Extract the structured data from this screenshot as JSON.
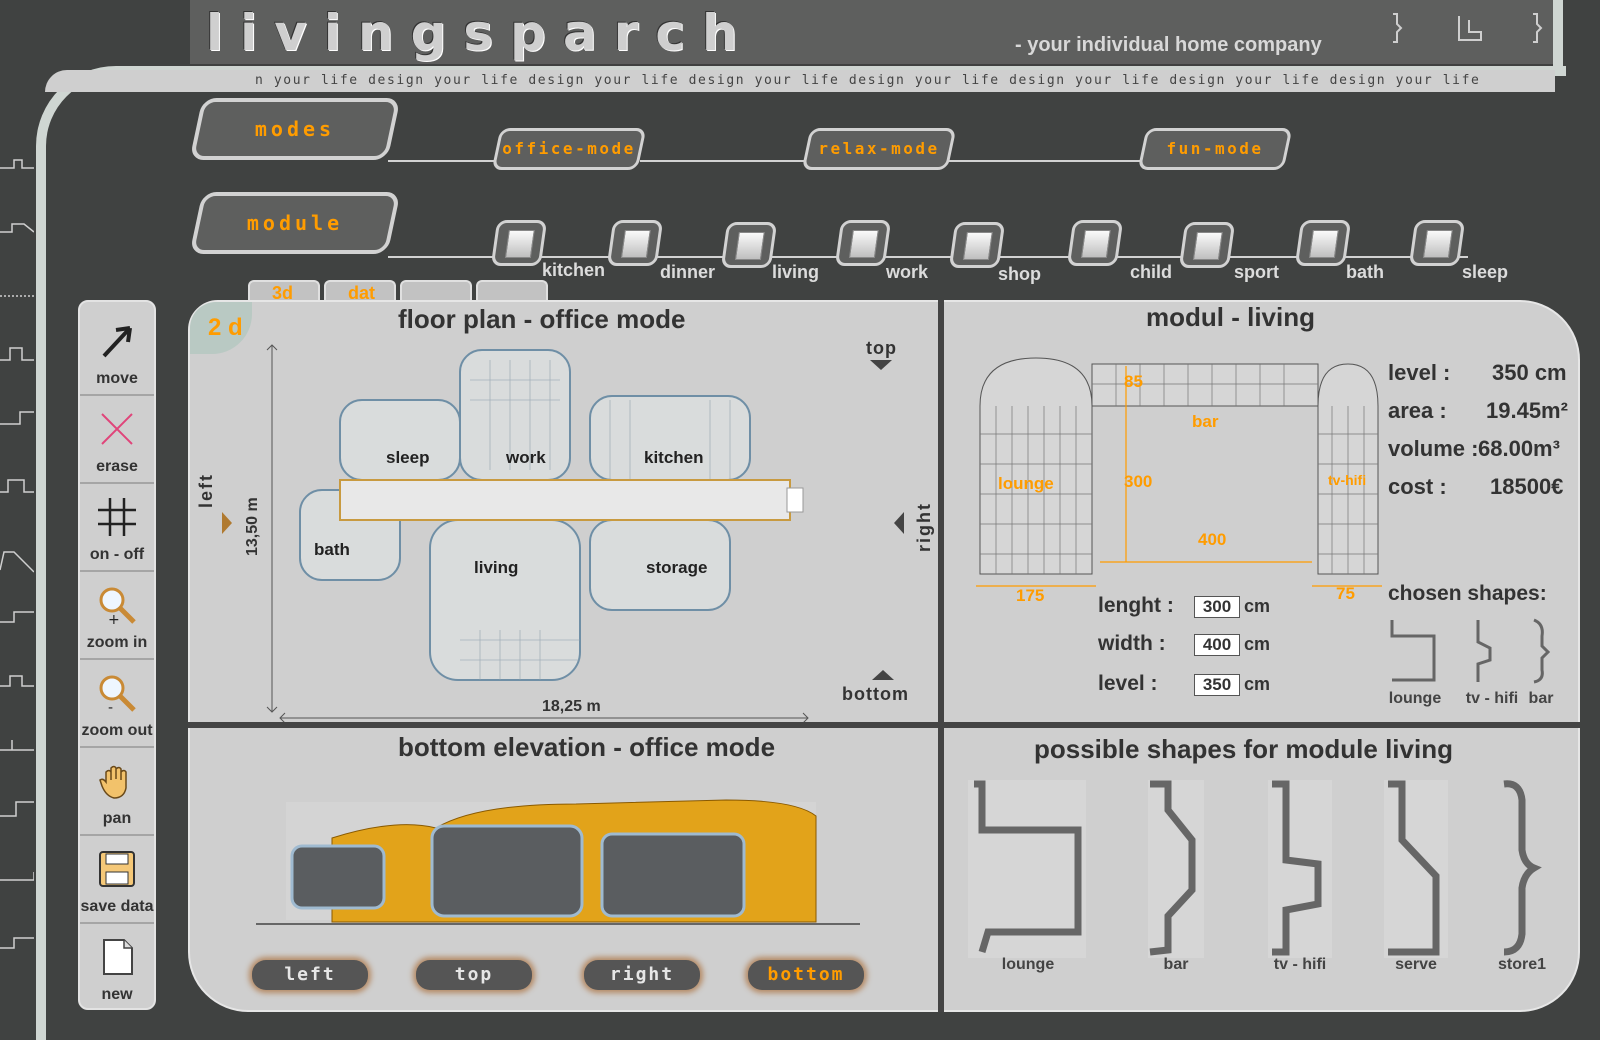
{
  "header": {
    "logo": "livingsparch",
    "tagline": "- your individual home company",
    "marquee": "n your life    design your life    design your life    design your life    design your life    design your life    design your life    design your life"
  },
  "modes": {
    "title": "modes",
    "items": [
      "office-mode",
      "relax-mode",
      "fun-mode"
    ]
  },
  "module": {
    "title": "module",
    "items": [
      "kitchen",
      "dinner",
      "living",
      "work",
      "shop",
      "child",
      "sport",
      "bath",
      "sleep"
    ]
  },
  "view_tabs": [
    "3d",
    "dat",
    "",
    ""
  ],
  "tools": [
    {
      "label": "move",
      "icon": "arrow-icon"
    },
    {
      "label": "erase",
      "icon": "erase-x-icon"
    },
    {
      "label": "on - off",
      "icon": "grid-icon"
    },
    {
      "label": "zoom in",
      "icon": "zoom-in-icon"
    },
    {
      "label": "zoom out",
      "icon": "zoom-out-icon"
    },
    {
      "label": "pan",
      "icon": "hand-icon"
    },
    {
      "label": "save data",
      "icon": "floppy-icon"
    },
    {
      "label": "new",
      "icon": "new-document-icon"
    }
  ],
  "floorplan": {
    "badge": "2 d",
    "title": "floor plan  -  office mode",
    "top": "top",
    "bottom": "bottom",
    "left": "left",
    "right": "right",
    "height_dim": "13,50 m",
    "width_dim": "18,25 m",
    "rooms": [
      "sleep",
      "work",
      "kitchen",
      "bath",
      "living",
      "storage"
    ]
  },
  "modul": {
    "title": "modul  -  living",
    "labels": {
      "bar": "bar",
      "lounge": "lounge",
      "tvhifi": "tv-hifi",
      "d85": "85",
      "d300": "300",
      "d400": "400",
      "d175": "175",
      "d75": "75"
    },
    "stats": [
      {
        "key": "level :",
        "value": "350 cm"
      },
      {
        "key": "area :",
        "value": "19.45m²"
      },
      {
        "key": "volume :",
        "value": "68.00m³"
      },
      {
        "key": "cost :",
        "value": "18500€"
      }
    ],
    "dims": [
      {
        "key": "lenght :",
        "value": "300",
        "unit": "cm"
      },
      {
        "key": "width  :",
        "value": "400",
        "unit": "cm"
      },
      {
        "key": "level  :",
        "value": "350",
        "unit": "cm"
      }
    ],
    "chosen_title": "chosen shapes:",
    "chosen": [
      "lounge",
      "tv - hifi",
      "bar"
    ]
  },
  "elevation": {
    "title": "bottom elevation  -  office mode",
    "buttons": [
      "left",
      "top",
      "right",
      "bottom"
    ],
    "active": "bottom"
  },
  "shapes": {
    "title": "possible shapes for module living",
    "items": [
      "lounge",
      "bar",
      "tv - hifi",
      "serve",
      "store1"
    ]
  },
  "colors": {
    "accent": "#ff9c00",
    "panel": "#cfcfcf",
    "bg": "#404241"
  }
}
